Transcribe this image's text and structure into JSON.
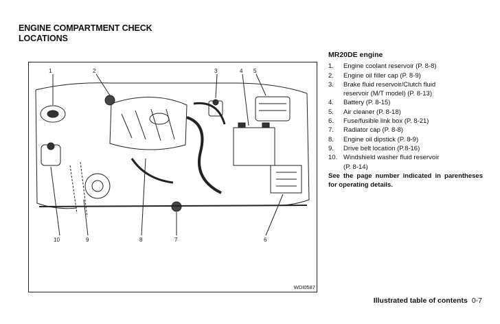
{
  "page": {
    "title_line1": "ENGINE COMPARTMENT CHECK",
    "title_line2": "LOCATIONS"
  },
  "figure": {
    "code": "WDI0587",
    "callouts_top": [
      "1",
      "2",
      "3",
      "4",
      "5"
    ],
    "callouts_bottom": [
      "10",
      "9",
      "8",
      "7",
      "6"
    ]
  },
  "engine": {
    "heading": "MR20DE engine",
    "items": [
      {
        "num": "1.",
        "text": "Engine coolant reservoir (P. 8-8)"
      },
      {
        "num": "2.",
        "text": "Engine oil filler cap (P. 8-9)"
      },
      {
        "num": "3.",
        "text": "Brake fluid reservoir/Clutch fluid",
        "cont": "reservoir (M/T model) (P. 8-13)"
      },
      {
        "num": "4.",
        "text": "Battery (P. 8-15)"
      },
      {
        "num": "5.",
        "text": "Air cleaner (P. 8-18)"
      },
      {
        "num": "6.",
        "text": "Fuse/fusible link box (P. 8-21)"
      },
      {
        "num": "7.",
        "text": "Radiator cap (P. 8-8)"
      },
      {
        "num": "8.",
        "text": "Engine oil dipstick (P. 8-9)"
      },
      {
        "num": "9.",
        "text": "Drive belt location (P.8-16)"
      },
      {
        "num": "10.",
        "text": "Windshield washer fluid reservoir",
        "cont": "(P. 8-14)"
      }
    ],
    "note": "See the page number indicated in parentheses for operating details."
  },
  "footer": {
    "section": "Illustrated table of contents",
    "page": "0-7"
  }
}
